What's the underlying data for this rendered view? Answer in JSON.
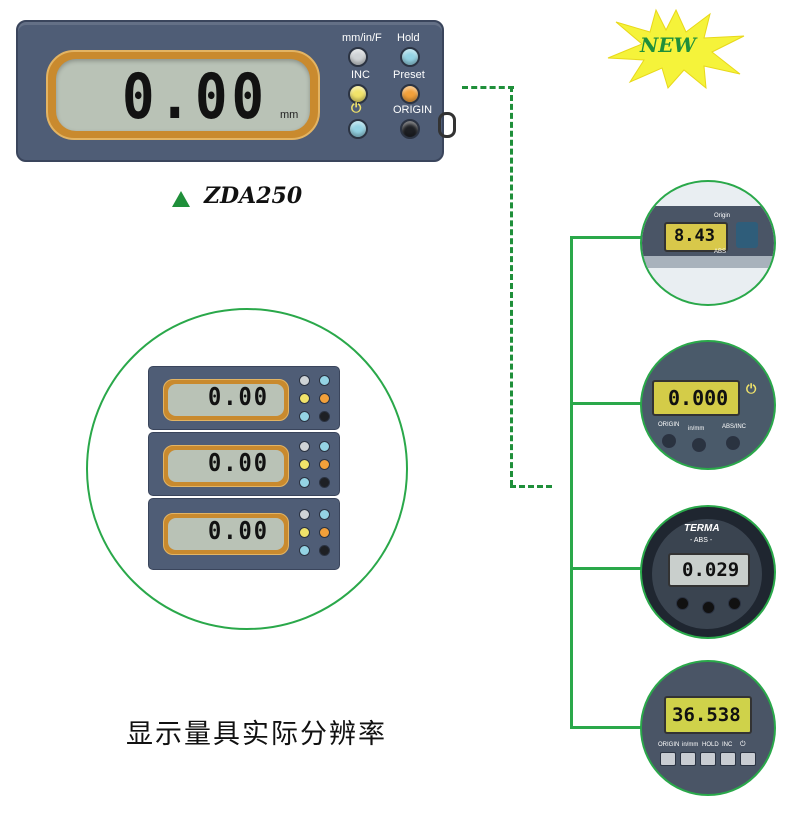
{
  "new_badge": {
    "text": "NEW"
  },
  "main_unit": {
    "reading": "0.00",
    "unit": "mm",
    "buttons": [
      {
        "label": "mm/in/F",
        "color": "#cfd3d6"
      },
      {
        "label": "Hold",
        "color": "#94d3e4"
      },
      {
        "label": "INC",
        "color": "#f1e36a"
      },
      {
        "label": "Preset",
        "color": "#f2a03a"
      },
      {
        "label": "⏻",
        "color": "#94d3e4"
      },
      {
        "label": "ORIGIN",
        "color": "#1e2024"
      }
    ]
  },
  "model_label": "ZDA250",
  "stacked_units": [
    {
      "reading": "0.00"
    },
    {
      "reading": "0.00"
    },
    {
      "reading": "0.00"
    }
  ],
  "caption": "显示量具实际分辨率",
  "gauges": [
    {
      "reading": "8.43",
      "labels": [
        "Origin",
        "ABS"
      ]
    },
    {
      "reading": "0.000",
      "labels": [
        "ORIGIN",
        "in/mm",
        "ABS/INC"
      ]
    },
    {
      "reading": "0.029",
      "brand": "TERMA",
      "mode": "- ABS -"
    },
    {
      "reading": "36.538",
      "buttons": [
        "ORIGIN",
        "in/mm",
        "HOLD",
        "INC",
        "⏻"
      ]
    }
  ],
  "colors": {
    "accent_green": "#2aa84a",
    "body": "#4f5d76",
    "frame": "#c98a2e"
  }
}
